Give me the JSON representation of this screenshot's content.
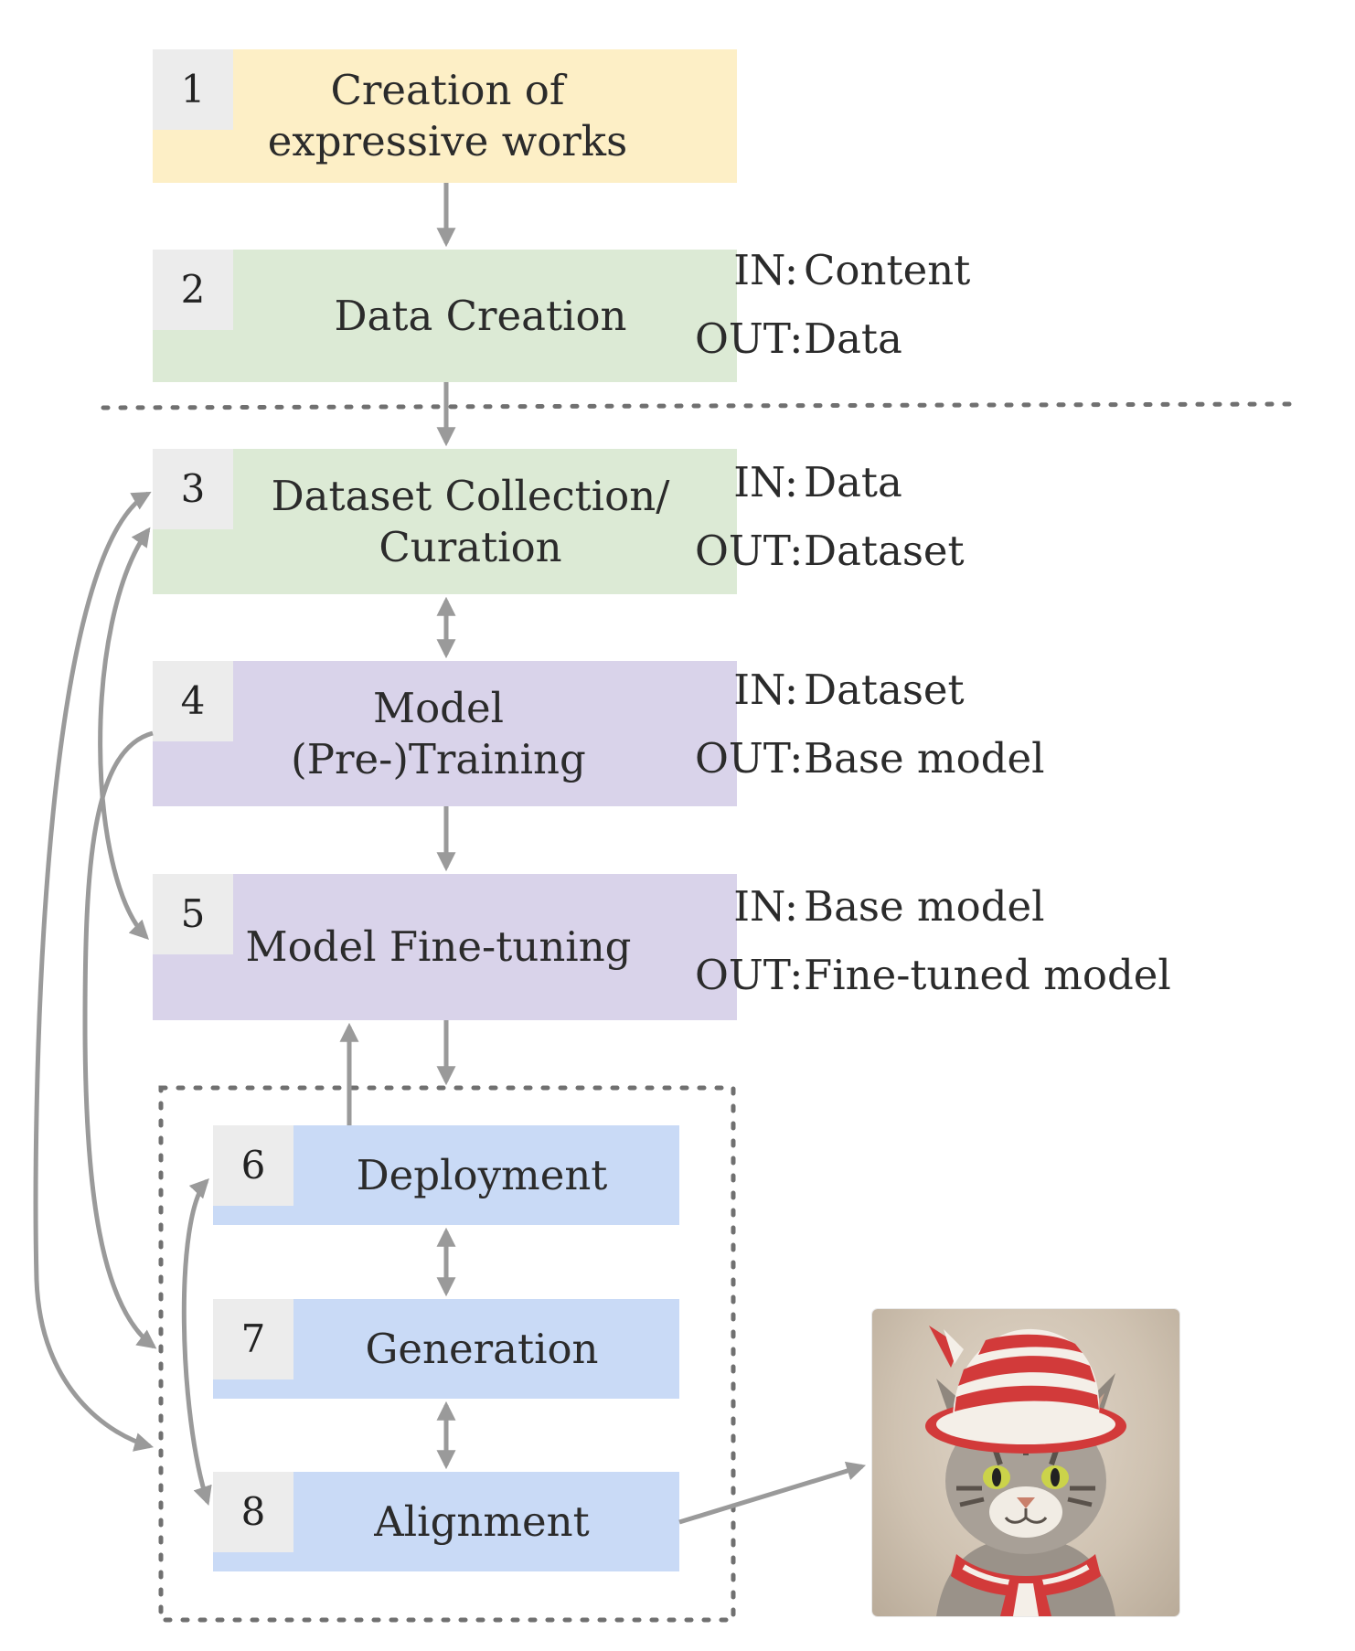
{
  "steps": [
    {
      "num": "1",
      "label": "Creation of expressive works"
    },
    {
      "num": "2",
      "label": "Data Creation"
    },
    {
      "num": "3",
      "label": "Dataset Collection/ Curation"
    },
    {
      "num": "4",
      "label": "Model (Pre-)Training"
    },
    {
      "num": "5",
      "label": "Model Fine-tuning"
    },
    {
      "num": "6",
      "label": "Deployment"
    },
    {
      "num": "7",
      "label": "Generation"
    },
    {
      "num": "8",
      "label": "Alignment"
    }
  ],
  "io": [
    {
      "in_key": "IN:",
      "in_val": "Content",
      "out_key": "OUT:",
      "out_val": "Data"
    },
    {
      "in_key": "IN:",
      "in_val": "Data",
      "out_key": "OUT:",
      "out_val": "Dataset"
    },
    {
      "in_key": "IN:",
      "in_val": "Dataset",
      "out_key": "OUT:",
      "out_val": "Base model"
    },
    {
      "in_key": "IN:",
      "in_val": "Base model",
      "out_key": "OUT:",
      "out_val": "Fine-tuned model"
    }
  ],
  "colors": {
    "creation": "#fdefc6",
    "data": "#dcead5",
    "model": "#d9d3ea",
    "deployment": "#c9daf6",
    "number_tab": "#ececec",
    "arrow": "#9a9a9a"
  },
  "output_image": "cat-in-striped-hat"
}
